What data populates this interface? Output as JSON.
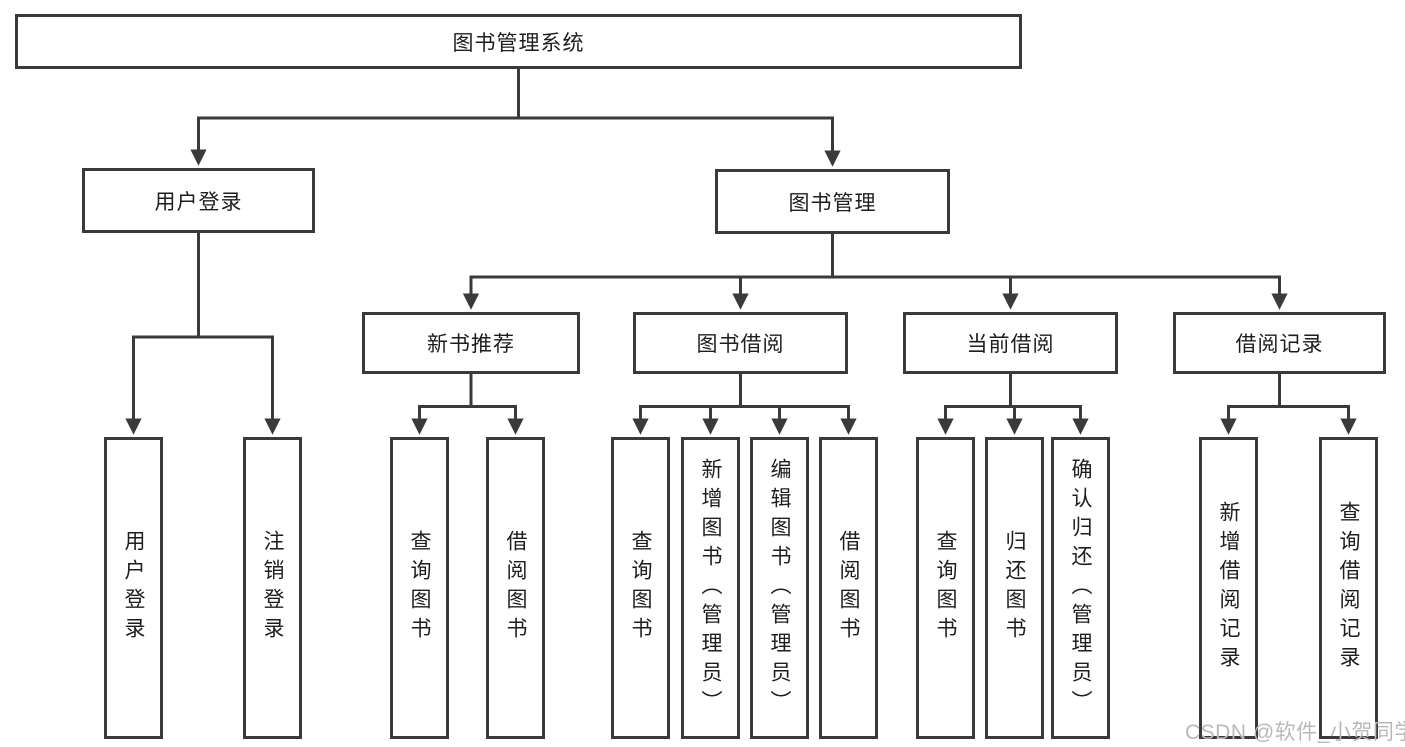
{
  "tree": {
    "root": "图书管理系统",
    "user_login": {
      "label": "用户登录",
      "children": [
        "用户登录",
        "注销登录"
      ]
    },
    "book_management": {
      "label": "图书管理",
      "sections": [
        {
          "label": "新书推荐",
          "children": [
            "查询图书",
            "借阅图书"
          ]
        },
        {
          "label": "图书借阅",
          "children": [
            "查询图书",
            "新增图书（管理员）",
            "编辑图书（管理员）",
            "借阅图书"
          ]
        },
        {
          "label": "当前借阅",
          "children": [
            "查询图书",
            "归还图书",
            "确认归还（管理员）"
          ]
        },
        {
          "label": "借阅记录",
          "children": [
            "新增借阅记录",
            "查询借阅记录"
          ]
        }
      ]
    }
  },
  "watermark": "CSDN @软件_小贺同学",
  "colors": {
    "line": "#3a3a3a",
    "text": "#1e1e1e",
    "watermark": "#b9b9b9",
    "background": "#ffffff"
  }
}
